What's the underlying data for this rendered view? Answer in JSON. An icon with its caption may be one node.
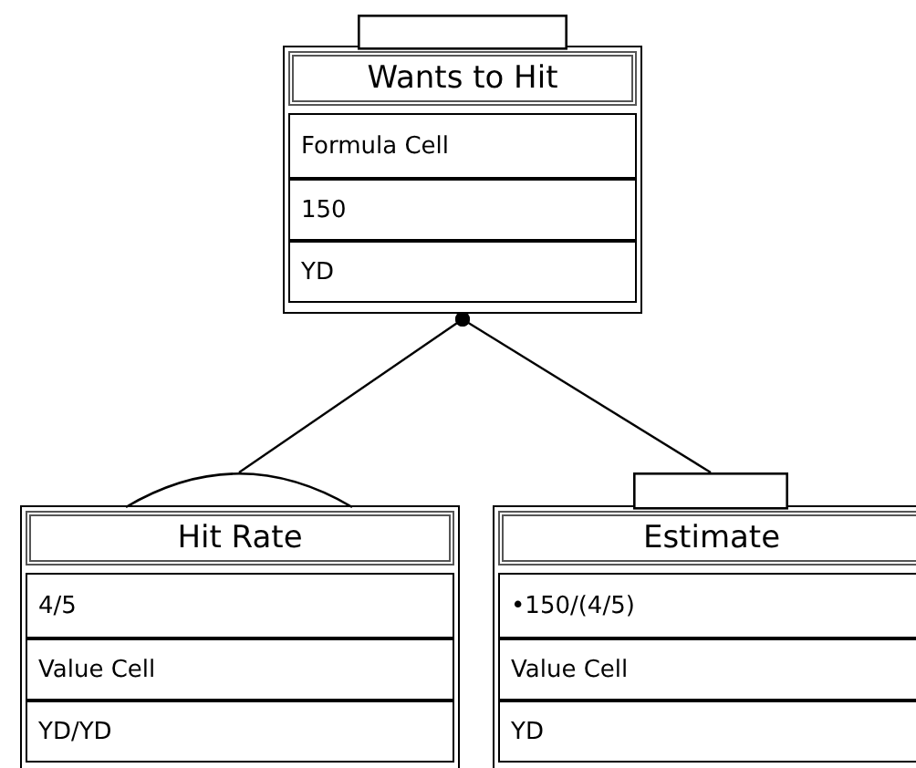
{
  "diagram": {
    "nodes": [
      {
        "text": [
          "Wants to Hit",
          "Formula Cell",
          "150",
          "YD"
        ]
      },
      {
        "text": [
          "Hit Rate",
          "4/5",
          "Value Cell",
          "YD/YD"
        ]
      },
      {
        "text": [
          "Estimate",
          "•150/(4/5)",
          "Value Cell",
          "YD"
        ]
      },
      {
        "text": [],
        "shape": "box"
      },
      {
        "text": [],
        "shape": "semicircle"
      },
      {
        "text": [],
        "shape": "box"
      }
    ],
    "edges": [
      {
        "from": 0,
        "to": 4,
        "arrow": "other"
      },
      {
        "from": 0,
        "to": 5,
        "arrow": "other"
      }
    ]
  }
}
